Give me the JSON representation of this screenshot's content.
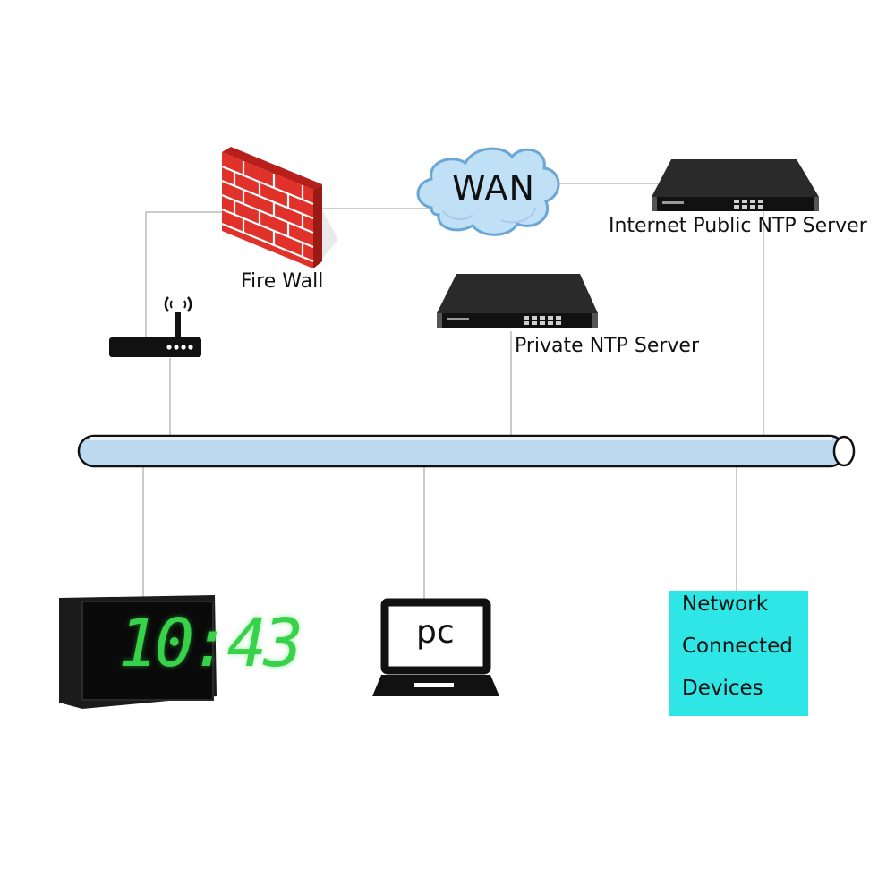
{
  "nodes": {
    "wan": {
      "label": "WAN"
    },
    "firewall": {
      "label": "Fire Wall"
    },
    "public_ntp": {
      "label": "Internet Public NTP Server"
    },
    "private_ntp": {
      "label": "Private NTP Server"
    },
    "router": {
      "label": ""
    },
    "clock": {
      "display": "10:43"
    },
    "pc": {
      "label": "pc"
    },
    "devices": {
      "lines": [
        "Network",
        "Connected",
        "Devices"
      ]
    }
  },
  "colors": {
    "cloud": "#bfe0f5",
    "cloud_outline": "#6aa6d6",
    "firewall": "#e0322a",
    "bus": "#bcd9ef",
    "clock_digits": "#37d24a",
    "devices_box": "#2fe6e6"
  },
  "edges": [
    [
      "firewall",
      "wan"
    ],
    [
      "wan",
      "public_ntp"
    ],
    [
      "firewall",
      "router"
    ],
    [
      "router",
      "bus"
    ],
    [
      "private_ntp",
      "bus"
    ],
    [
      "public_ntp",
      "bus"
    ],
    [
      "bus",
      "clock"
    ],
    [
      "bus",
      "pc"
    ],
    [
      "bus",
      "devices"
    ]
  ]
}
